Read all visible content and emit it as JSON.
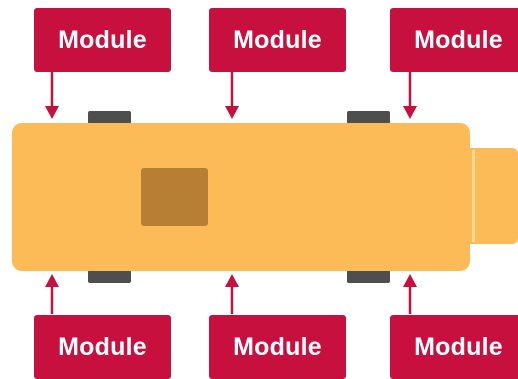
{
  "modules": [
    {
      "label": "Module"
    },
    {
      "label": "Module"
    },
    {
      "label": "Module"
    },
    {
      "label": "Module"
    },
    {
      "label": "Module"
    },
    {
      "label": "Module"
    }
  ],
  "colors": {
    "module_fill": "#c8103f",
    "module_text": "#ffffff",
    "body_fill": "#fdbb58",
    "center_block": "#b77f33",
    "wheel": "#4e4e4e",
    "arrow": "#c8103f"
  }
}
